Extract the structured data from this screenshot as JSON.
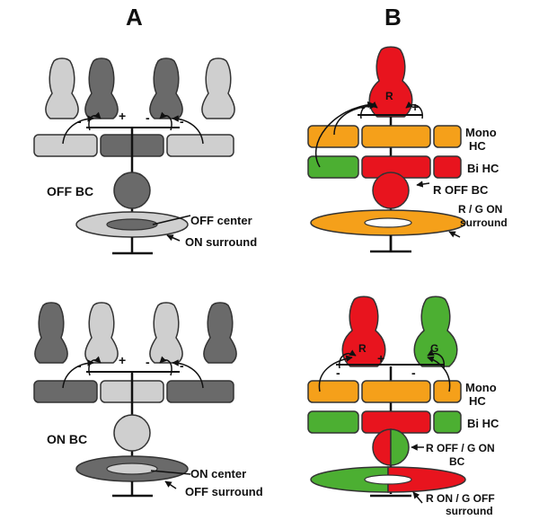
{
  "panels": {
    "a": "A",
    "b": "B"
  },
  "labels": {
    "off_bc": "OFF BC",
    "on_bc": "ON BC",
    "off_center": "OFF center",
    "on_surround": "ON surround",
    "on_center": "ON center",
    "off_surround": "OFF surround",
    "mono_hc": [
      "Mono",
      "HC"
    ],
    "bi_hc": "Bi HC",
    "r_off_bc": "R OFF BC",
    "rg_on": "R / G ON",
    "surround": "surround",
    "r_off_g_on": "R OFF / G ON",
    "bc": "BC",
    "r_on_g_off": "R ON / G OFF",
    "cone_r": "R",
    "cone_g": "G",
    "plus": "+",
    "minus": "-"
  },
  "colors": {
    "red": "#e8141e",
    "green": "#4caf32",
    "orange": "#f5a01a",
    "light_gray": "#cfcfcf",
    "dark_gray": "#6a6a6a",
    "mid_gray": "#909090"
  }
}
